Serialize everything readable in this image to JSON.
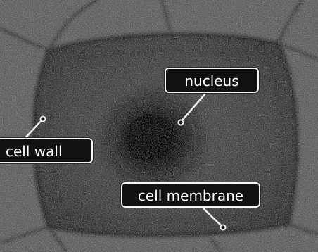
{
  "labels": {
    "nucleus": "nucleus",
    "cell_wall": "cell wall",
    "cell_membrane": "cell membrane"
  },
  "colors": {
    "label_background": "#111111",
    "label_border": "#f4f4f4",
    "label_text": "#ffffff",
    "leader_line": "#f2f2f2"
  }
}
